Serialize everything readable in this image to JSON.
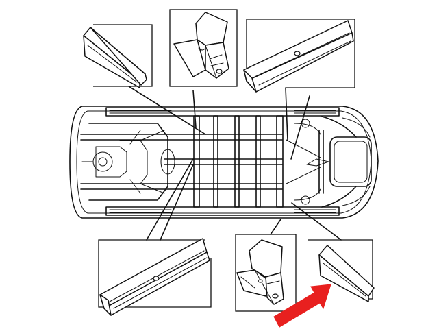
{
  "diagram": {
    "subject": "vehicle-underbody-chassis",
    "detail_callouts": [
      {
        "id": "top-left",
        "part": "tapered-outrigger"
      },
      {
        "id": "top-center",
        "part": "floor-bracket"
      },
      {
        "id": "top-right",
        "part": "long-sill-member"
      },
      {
        "id": "bottom-left",
        "part": "long-sill-member"
      },
      {
        "id": "bottom-center",
        "part": "floor-bracket"
      },
      {
        "id": "bottom-right",
        "part": "tapered-outrigger",
        "highlighted": true
      }
    ],
    "highlight_arrow": {
      "color": "#e8201f",
      "icon": "arrow-icon",
      "points_to": "bottom-right"
    }
  },
  "colors": {
    "ink": "#111111",
    "paper": "#ffffff",
    "accent": "#e8201f"
  }
}
